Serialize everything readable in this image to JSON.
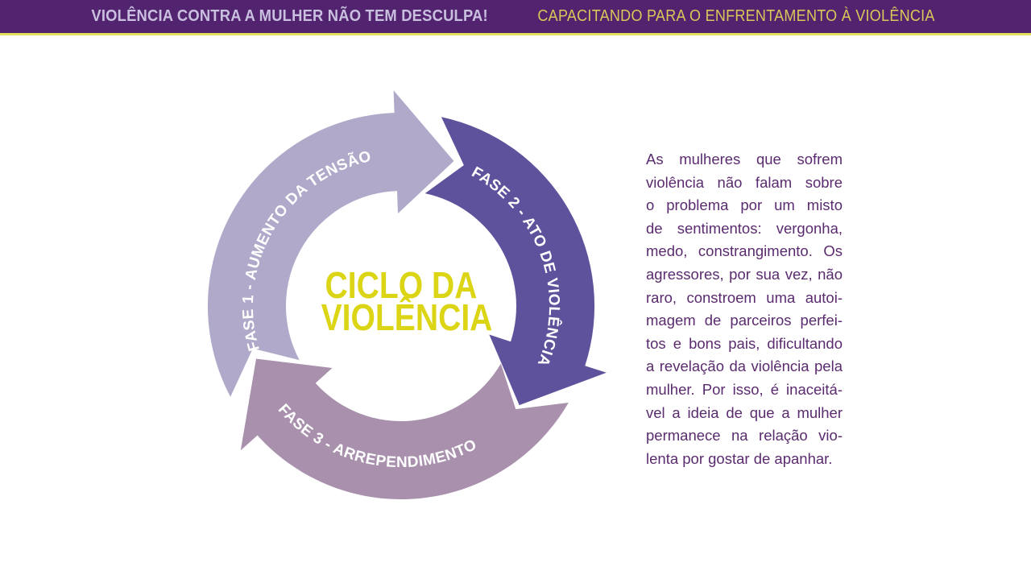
{
  "header": {
    "title": "VIOLÊNCIA CONTRA A MULHER NÃO TEM DESCULPA!",
    "subtitle": "CAPACITANDO PARA O ENFRENTAMENTO À VIOLÊNCIA"
  },
  "cycle": {
    "center_line1": "CICLO DA",
    "center_line2": "VIOLÊNCIA",
    "phases": [
      {
        "label": "FASE 1 - AUMENTO DA TENSÃO",
        "color": "#b0a9c9"
      },
      {
        "label": "FASE 2 - ATO DE VIOLÊNCIA",
        "color": "#5f529c"
      },
      {
        "label": "FASE 3 - ARREPENDIMENTO",
        "color": "#a991ae"
      }
    ]
  },
  "paragraph": {
    "lines": [
      "As mulheres que sofrem",
      "violência não falam sobre",
      "o problema por um misto",
      "de sentimentos: vergonha,",
      "medo, constrangimento. Os",
      "agressores, por sua vez, não",
      "raro, constroem uma autoi-",
      "magem de parceiros perfei-",
      "tos e bons pais, dificultando",
      "a revelação da violência pela",
      "mulher. Por isso, é inaceitá-",
      "vel a ideia de que a mulher",
      "permanece na relação vio-",
      "lenta por gostar de apanhar."
    ]
  }
}
